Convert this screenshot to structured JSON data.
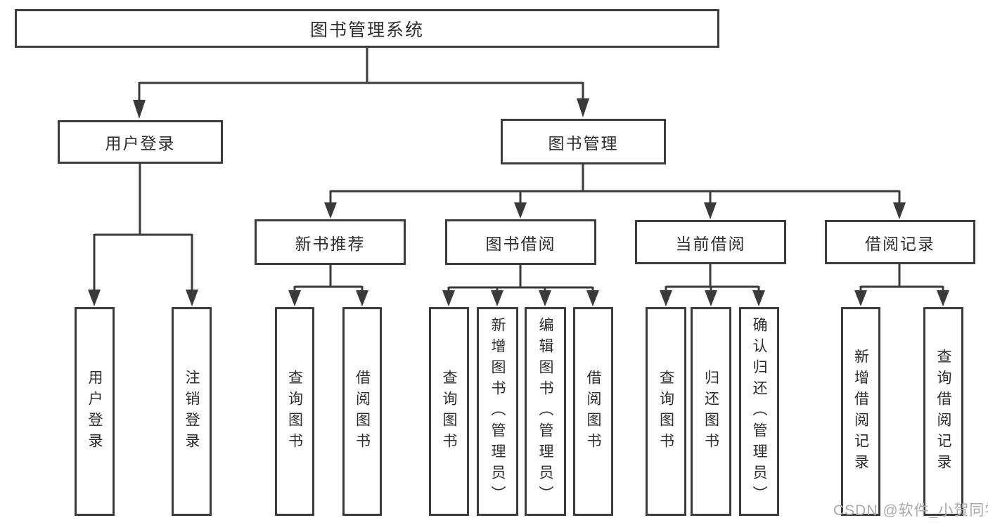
{
  "diagram": {
    "title": "图书管理系统",
    "tree": {
      "root": {
        "label": "图书管理系统"
      },
      "user_login": {
        "label": "用户登录",
        "children": [
          {
            "label": "用户登录"
          },
          {
            "label": "注销登录"
          }
        ]
      },
      "book_mgmt": {
        "label": "图书管理",
        "children_labels": [
          "新书推荐",
          "图书借阅",
          "当前借阅",
          "借阅记录"
        ]
      },
      "new_book_rec": {
        "label": "新书推荐",
        "children": [
          {
            "label": "查询图书"
          },
          {
            "label": "借阅图书"
          }
        ]
      },
      "book_borrow": {
        "label": "图书借阅",
        "children": [
          {
            "label": "查询图书"
          },
          {
            "label": "新增图书（管理员）"
          },
          {
            "label": "编辑图书（管理员）"
          },
          {
            "label": "借阅图书"
          }
        ]
      },
      "current_borrow": {
        "label": "当前借阅",
        "children": [
          {
            "label": "查询图书"
          },
          {
            "label": "归还图书"
          },
          {
            "label": "确认归还（管理员）"
          }
        ]
      },
      "borrow_records": {
        "label": "借阅记录",
        "children": [
          {
            "label": "新增借阅记录"
          },
          {
            "label": "查询借阅记录"
          }
        ]
      }
    },
    "colors": {
      "line": "#3a3a3a",
      "box_border": "#3c3c3c",
      "text": "#2d2d2d",
      "background": "#ffffff",
      "watermark": "#ababab"
    }
  },
  "watermark": {
    "text": "CSDN @软件_小贺同学"
  }
}
